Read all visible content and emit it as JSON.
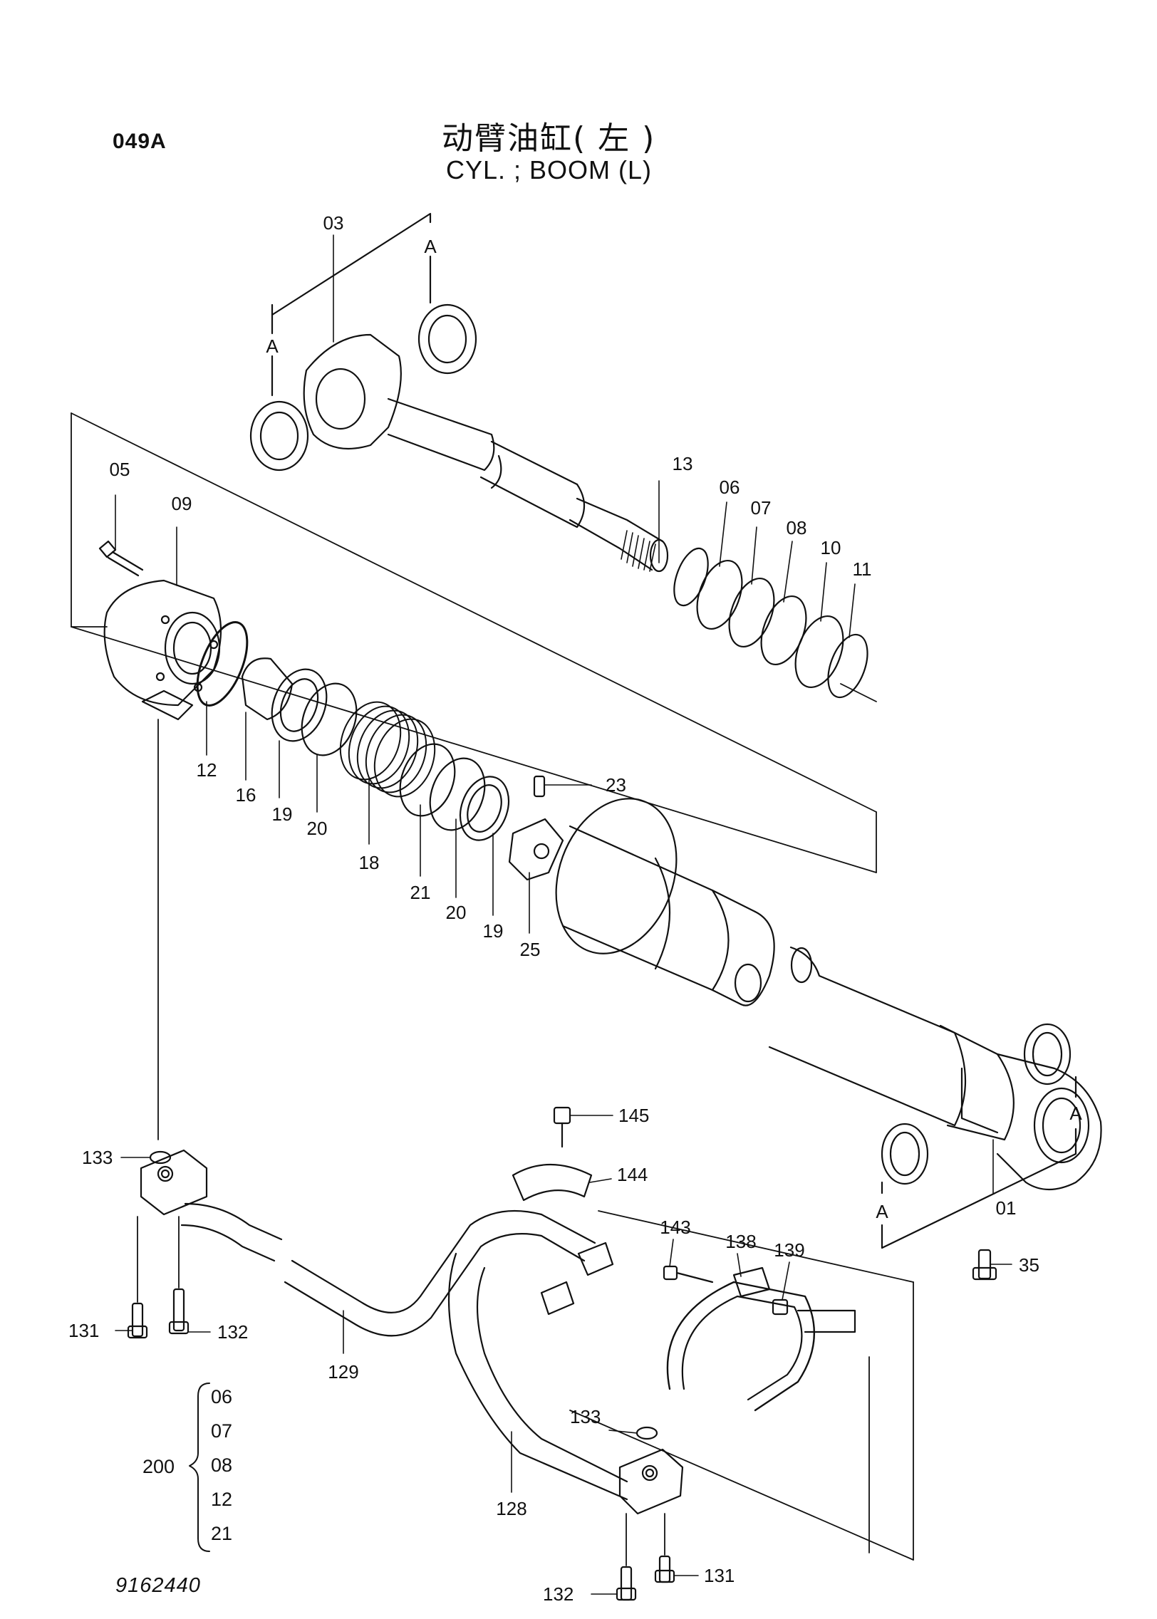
{
  "page_code": "049A",
  "title_cn": "动臂油缸( 左 )",
  "title_en": "CYL. ; BOOM (L)",
  "drawing_number": "9162440",
  "view_marker": "A",
  "callouts": {
    "c03": "03",
    "c05": "05",
    "c09": "09",
    "c13": "13",
    "c06": "06",
    "c07": "07",
    "c08": "08",
    "c10": "10",
    "c11": "11",
    "c12": "12",
    "c16": "16",
    "c19a": "19",
    "c20a": "20",
    "c18": "18",
    "c21": "21",
    "c20b": "20",
    "c19b": "19",
    "c25": "25",
    "c23": "23",
    "c01": "01",
    "c35": "35",
    "c145": "145",
    "c144": "144",
    "c143": "143",
    "c138": "138",
    "c139": "139",
    "c133a": "133",
    "c131a": "131",
    "c132a": "132",
    "c129": "129",
    "c133b": "133",
    "c128": "128",
    "c131b": "131",
    "c132b": "132"
  },
  "kit": {
    "number": "200",
    "items": [
      "06",
      "07",
      "08",
      "12",
      "21"
    ]
  }
}
